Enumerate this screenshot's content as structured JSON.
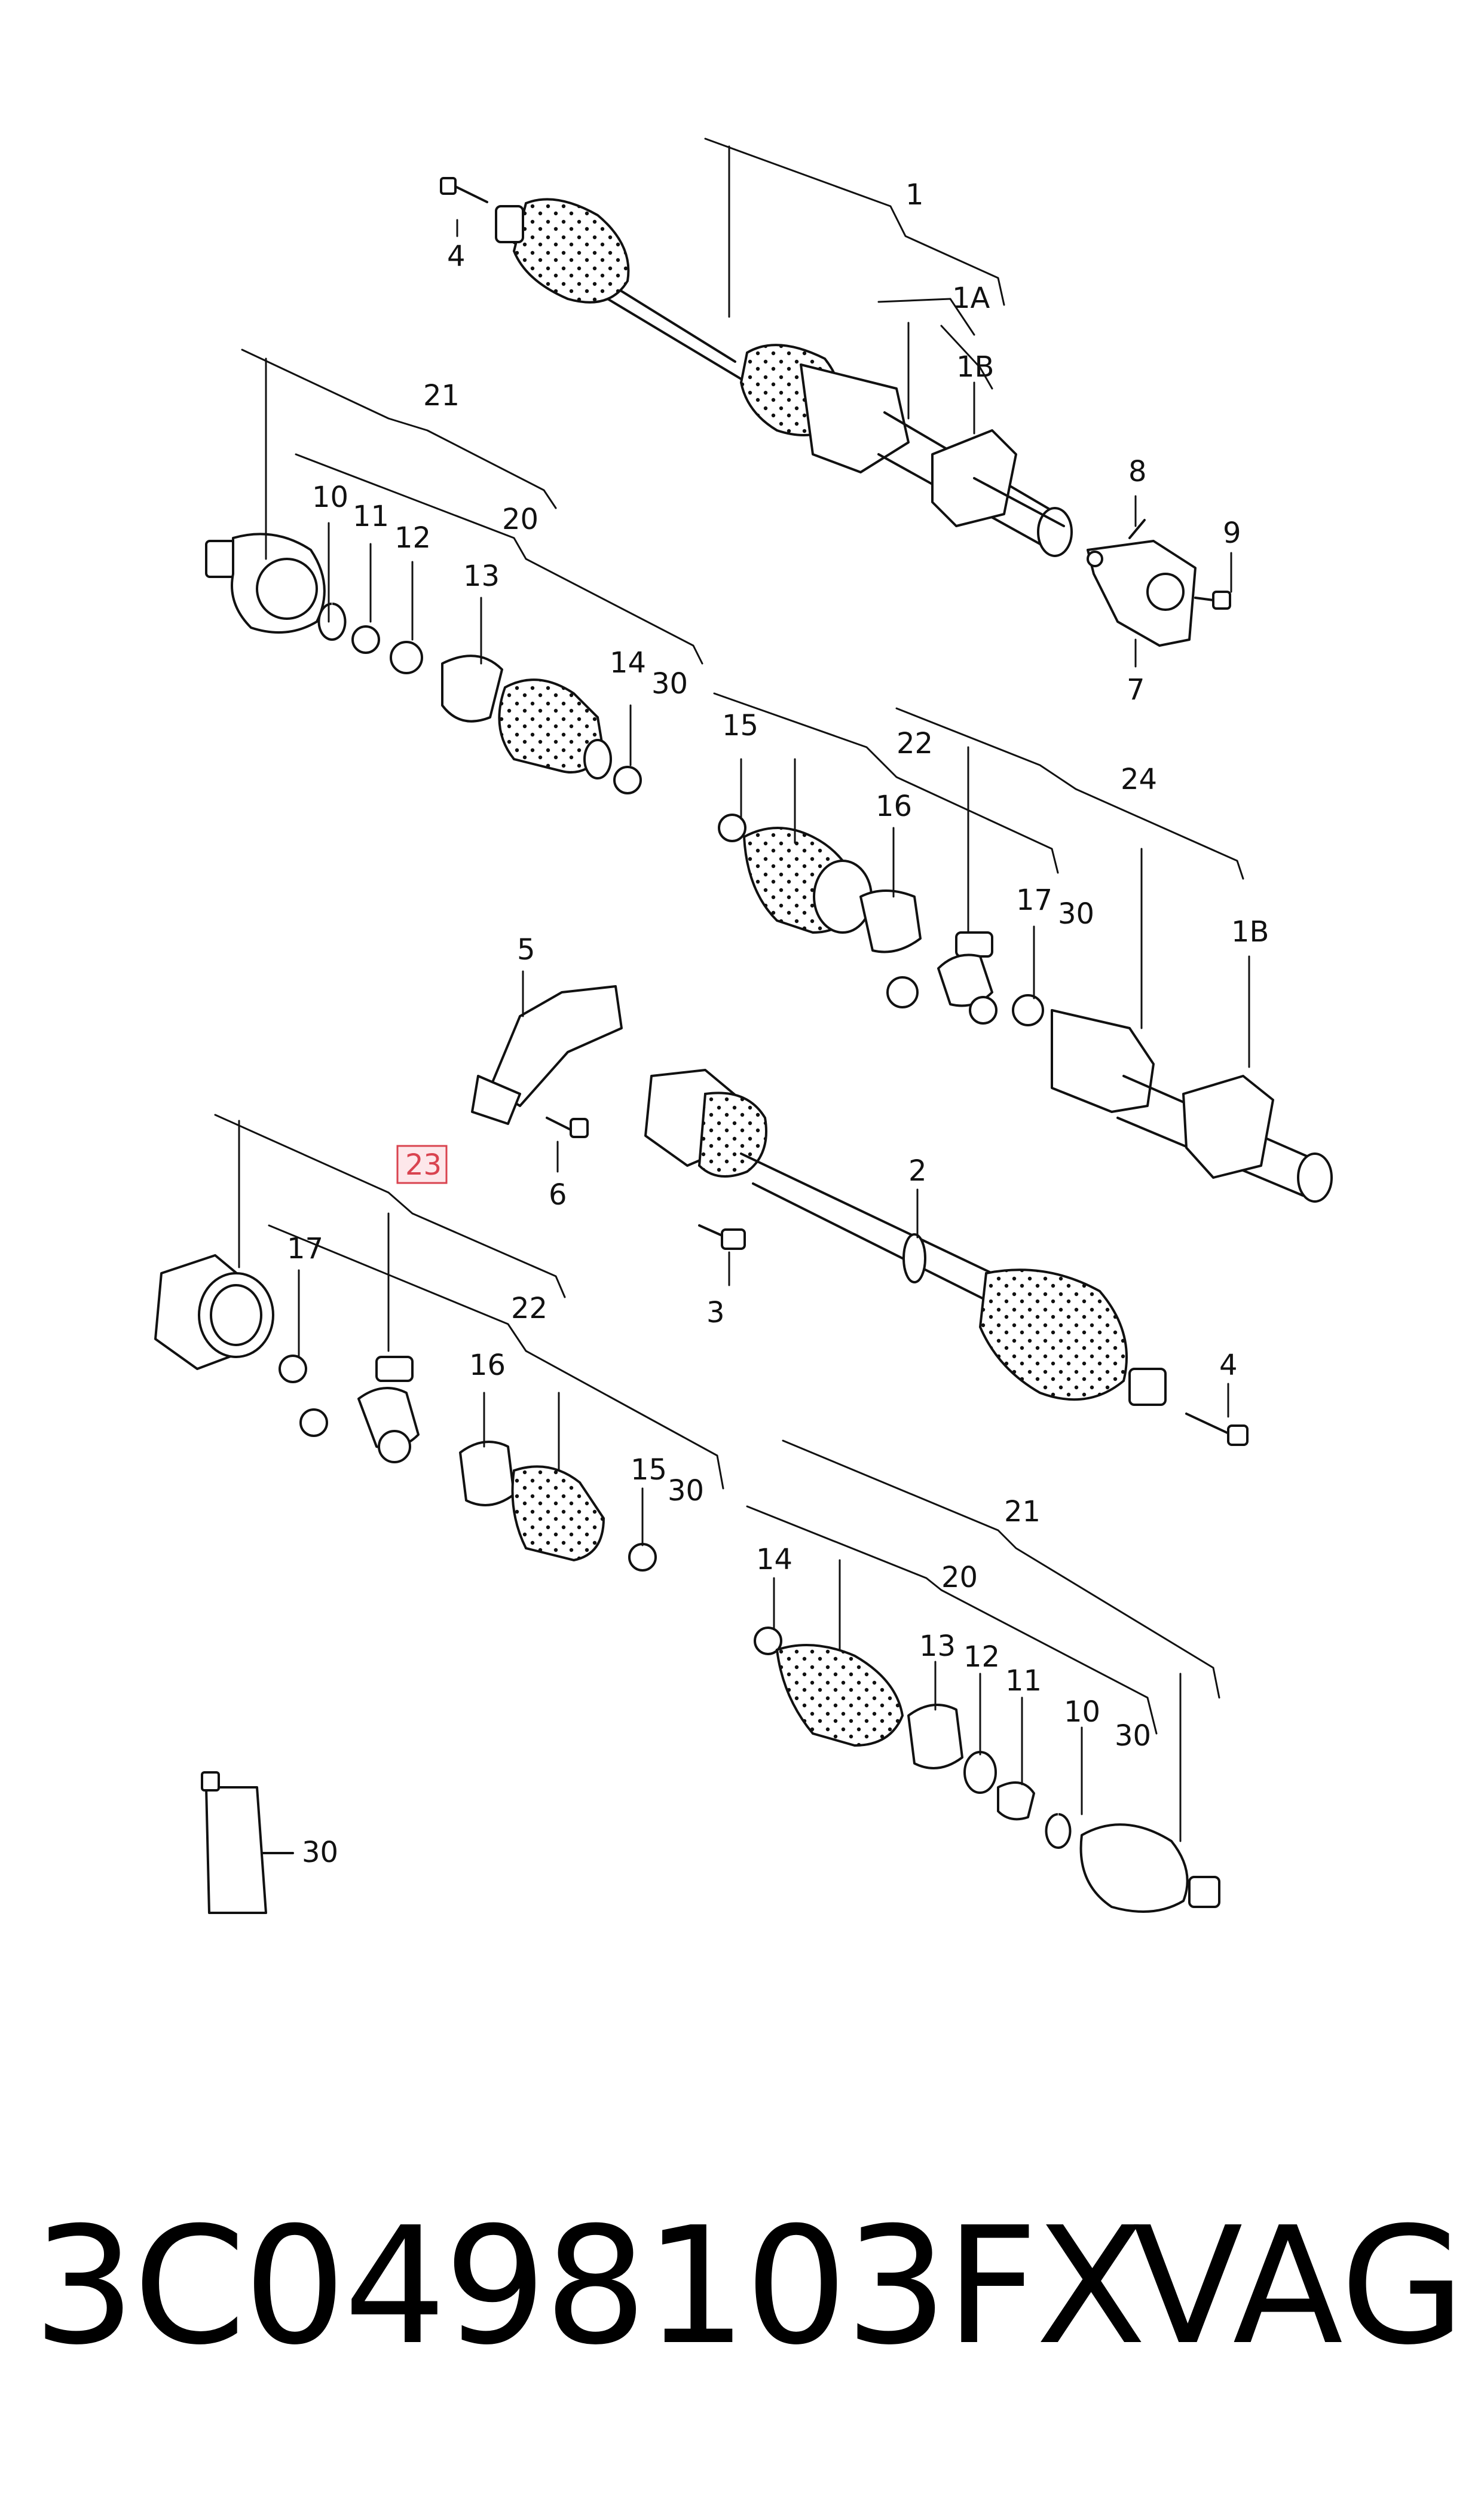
{
  "callouts": {
    "c1": "1",
    "c1a": "1A",
    "c1b_top": "1B",
    "c2": "2",
    "c3": "3",
    "c4_top": "4",
    "c4_mid": "4",
    "c5": "5",
    "c6": "6",
    "c7": "7",
    "c8": "8",
    "c9": "9",
    "c10_top": "10",
    "c11_top": "11",
    "c12_top": "12",
    "c13_top": "13",
    "c14_top": "14",
    "c15_top": "15",
    "c16_top": "16",
    "c17_top": "17",
    "c20_top": "20",
    "c21_top": "21",
    "c22_top": "22",
    "c24": "24",
    "c1b_mid": "1B",
    "c30_a": "30",
    "c30_b": "30",
    "c23": "23",
    "c17_left": "17",
    "c22_left": "22",
    "c16_left": "16",
    "c15_left": "15",
    "c30_c": "30",
    "c21_bot": "21",
    "c20_bot": "20",
    "c14_bot": "14",
    "c13_bot": "13",
    "c12_bot": "12",
    "c11_bot": "11",
    "c10_bot": "10",
    "c30_d": "30",
    "c30_tube": "30"
  },
  "footer": {
    "part_number": "3C0498103FX",
    "brand": "VAG"
  }
}
